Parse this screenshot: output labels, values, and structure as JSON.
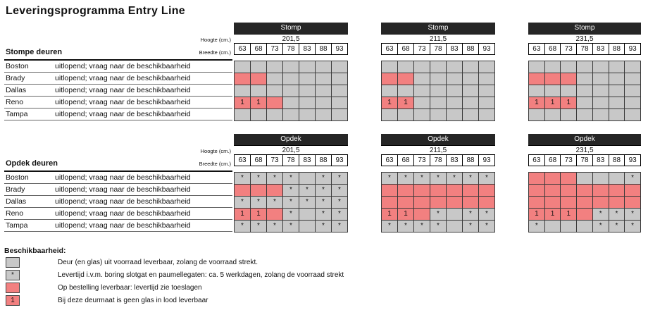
{
  "title": "Leveringsprogramma Entry Line",
  "labels": {
    "hoogte": "Hoogte (cm.)",
    "breedte": "Breedte (cm.)"
  },
  "widths": [
    "63",
    "68",
    "73",
    "78",
    "83",
    "88",
    "93"
  ],
  "sections": [
    {
      "label": "Stompe deuren",
      "blocks": [
        {
          "header": "Stomp",
          "height": "201,5"
        },
        {
          "header": "Stomp",
          "height": "211,5"
        },
        {
          "header": "Stomp",
          "height": "231,5"
        }
      ],
      "rows": [
        {
          "model": "Boston",
          "note": "uitlopend; vraag naar de beschikbaarheid",
          "cells": [
            [
              "g",
              "g",
              "g",
              "g",
              "g",
              "g",
              "g"
            ],
            [
              "g",
              "g",
              "g",
              "g",
              "g",
              "g",
              "g"
            ],
            [
              "g",
              "g",
              "g",
              "g",
              "g",
              "g",
              "g"
            ]
          ]
        },
        {
          "model": "Brady",
          "note": "uitlopend; vraag naar de beschikbaarheid",
          "cells": [
            [
              "p",
              "p",
              "g",
              "g",
              "g",
              "g",
              "g"
            ],
            [
              "p",
              "p",
              "g",
              "g",
              "g",
              "g",
              "g"
            ],
            [
              "p",
              "p",
              "p",
              "g",
              "g",
              "g",
              "g"
            ]
          ]
        },
        {
          "model": "Dallas",
          "note": "uitlopend; vraag naar de beschikbaarheid",
          "cells": [
            [
              "g",
              "g",
              "g",
              "g",
              "g",
              "g",
              "g"
            ],
            [
              "g",
              "g",
              "g",
              "g",
              "g",
              "g",
              "g"
            ],
            [
              "g",
              "g",
              "g",
              "g",
              "g",
              "g",
              "g"
            ]
          ]
        },
        {
          "model": "Reno",
          "note": "uitlopend; vraag naar de beschikbaarheid",
          "cells": [
            [
              "p1",
              "p1",
              "p",
              "g",
              "g",
              "g",
              "g"
            ],
            [
              "p1",
              "p1",
              "g",
              "g",
              "g",
              "g",
              "g"
            ],
            [
              "p1",
              "p1",
              "p1",
              "g",
              "g",
              "g",
              "g"
            ]
          ]
        },
        {
          "model": "Tampa",
          "note": "uitlopend; vraag naar de beschikbaarheid",
          "cells": [
            [
              "g",
              "g",
              "g",
              "g",
              "g",
              "g",
              "g"
            ],
            [
              "g",
              "g",
              "g",
              "g",
              "g",
              "g",
              "g"
            ],
            [
              "g",
              "g",
              "g",
              "g",
              "g",
              "g",
              "g"
            ]
          ]
        }
      ]
    },
    {
      "label": "Opdek deuren",
      "blocks": [
        {
          "header": "Opdek",
          "height": "201,5"
        },
        {
          "header": "Opdek",
          "height": "211,5"
        },
        {
          "header": "Opdek",
          "height": "231,5"
        }
      ],
      "rows": [
        {
          "model": "Boston",
          "note": "uitlopend; vraag naar de beschikbaarheid",
          "cells": [
            [
              "g*",
              "g*",
              "g*",
              "g*",
              "g",
              "g*",
              "g*"
            ],
            [
              "g*",
              "g*",
              "g*",
              "g*",
              "g*",
              "g*",
              "g*"
            ],
            [
              "p",
              "p",
              "p",
              "g",
              "g",
              "g",
              "g*"
            ]
          ]
        },
        {
          "model": "Brady",
          "note": "uitlopend; vraag naar de beschikbaarheid",
          "cells": [
            [
              "p",
              "p",
              "p",
              "g*",
              "g*",
              "g*",
              "g*"
            ],
            [
              "p",
              "p",
              "p",
              "p",
              "p",
              "p",
              "p"
            ],
            [
              "p",
              "p",
              "p",
              "p",
              "p",
              "p",
              "p"
            ]
          ]
        },
        {
          "model": "Dallas",
          "note": "uitlopend; vraag naar de beschikbaarheid",
          "cells": [
            [
              "g*",
              "g*",
              "g*",
              "g*",
              "g*",
              "g*",
              "g*"
            ],
            [
              "p",
              "p",
              "p",
              "p",
              "p",
              "p",
              "p"
            ],
            [
              "p",
              "p",
              "p",
              "p",
              "p",
              "p",
              "p"
            ]
          ]
        },
        {
          "model": "Reno",
          "note": "uitlopend; vraag naar de beschikbaarheid",
          "cells": [
            [
              "p1",
              "p1",
              "p",
              "g*",
              "g",
              "g*",
              "g*"
            ],
            [
              "p1",
              "p1",
              "p",
              "g*",
              "g",
              "g*",
              "g*"
            ],
            [
              "p1",
              "p1",
              "p1",
              "p",
              "g*",
              "g*",
              "g*"
            ]
          ]
        },
        {
          "model": "Tampa",
          "note": "uitlopend; vraag naar de beschikbaarheid",
          "cells": [
            [
              "g*",
              "g*",
              "g*",
              "g*",
              "g",
              "g*",
              "g*"
            ],
            [
              "g*",
              "g*",
              "g*",
              "g*",
              "g",
              "g*",
              "g*"
            ],
            [
              "g*",
              "g",
              "g",
              "g",
              "g*",
              "g*",
              "g*"
            ]
          ]
        }
      ]
    }
  ],
  "legend": {
    "title": "Beschikbaarheid:",
    "items": [
      {
        "type": "g",
        "mark": "",
        "text": "Deur (en glas) uit voorraad leverbaar, zolang de voorraad strekt."
      },
      {
        "type": "g",
        "mark": "*",
        "text": "Levertijd i.v.m. boring slotgat en paumellegaten: ca. 5 werkdagen, zolang de voorraad strekt"
      },
      {
        "type": "p",
        "mark": "",
        "text": "Op bestelling leverbaar: levertijd zie toeslagen"
      },
      {
        "type": "p",
        "mark": "1",
        "text": "Bij deze deurmaat is geen glas in lood leverbaar"
      }
    ]
  },
  "colors": {
    "stock": "#c8c8c8",
    "order": "#f28080",
    "header": "#262626"
  }
}
